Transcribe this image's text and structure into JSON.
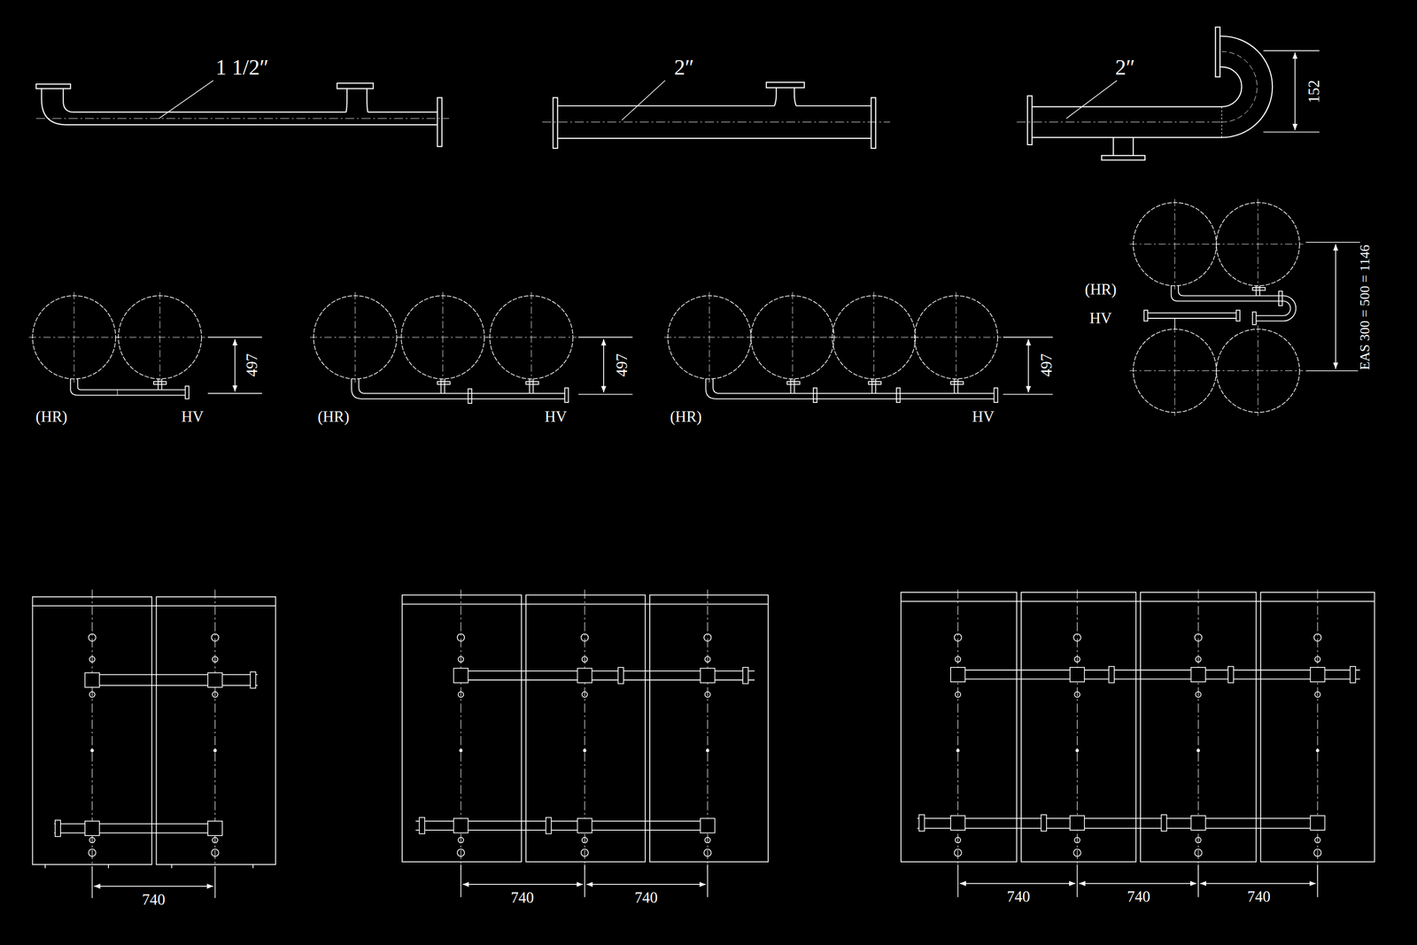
{
  "diagram": {
    "labels": [
      "1 1/2″",
      "2″",
      "2″",
      "152",
      "EAS 300 = 500 = 1146",
      "(HR)",
      "HV",
      "497",
      "(HR)",
      "HV",
      "497",
      "(HR)",
      "HV",
      "497",
      "(HR)",
      "HV",
      "740",
      "740",
      "740",
      "740",
      "740",
      "740"
    ]
  }
}
